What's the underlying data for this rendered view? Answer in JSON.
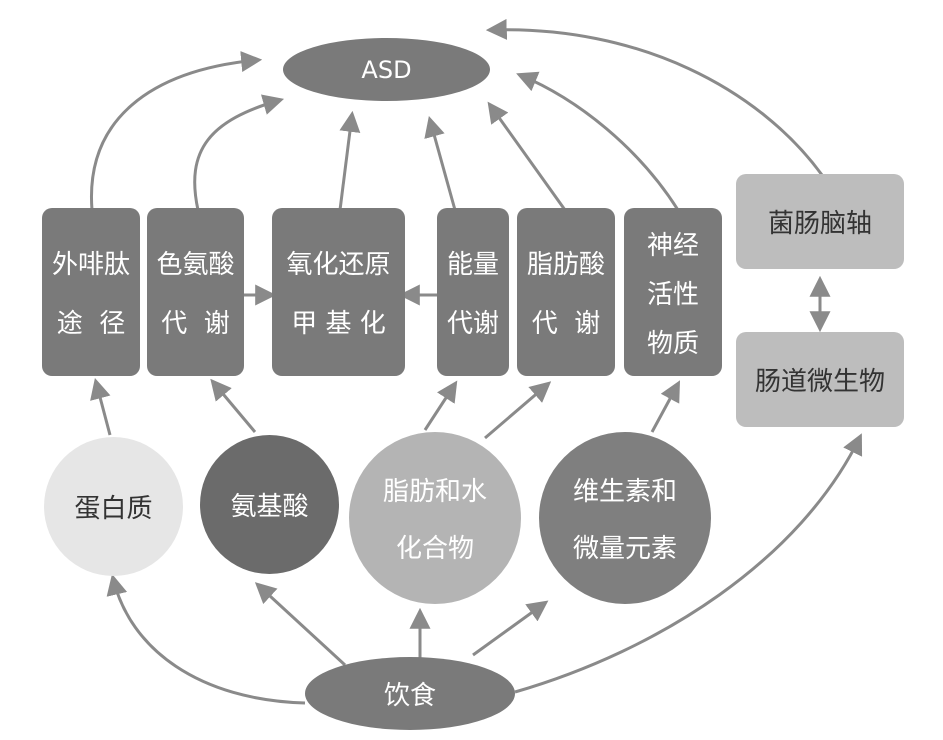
{
  "nodes": {
    "asd": "ASD",
    "pathway_peptide": {
      "line1": "外啡肽",
      "line2": "途  径"
    },
    "pathway_trp": {
      "line1": "色氨酸",
      "line2": "代  谢"
    },
    "pathway_redox": {
      "line1": "氧化还原",
      "line2": "甲 基 化"
    },
    "pathway_energy": {
      "line1": "能量",
      "line2": "代谢"
    },
    "pathway_fatty": {
      "line1": "脂肪酸",
      "line2": "代  谢"
    },
    "pathway_neuro": {
      "line1": "神经",
      "line2": "活性",
      "line3": "物质"
    },
    "gut_brain_axis": "菌肠脑轴",
    "gut_microbes": "肠道微生物",
    "protein": "蛋白质",
    "amino_acids": "氨基酸",
    "fat_carbs": {
      "line1": "脂肪和水",
      "line2": "化合物"
    },
    "vitamins": {
      "line1": "维生素和",
      "line2": "微量元素"
    },
    "diet": "饮食"
  },
  "colors": {
    "dark_box": "#7a7a7a",
    "light_box": "#bdbdbd",
    "asd": "#7a7a7a",
    "protein": "#e6e6e6",
    "amino": "#6b6b6b",
    "fat": "#b4b4b4",
    "vitamin": "#7f7f7f",
    "diet": "#7a7a7a",
    "arrow": "#8a8a8a",
    "text_light": "#ffffff",
    "text_dark": "#333333"
  }
}
